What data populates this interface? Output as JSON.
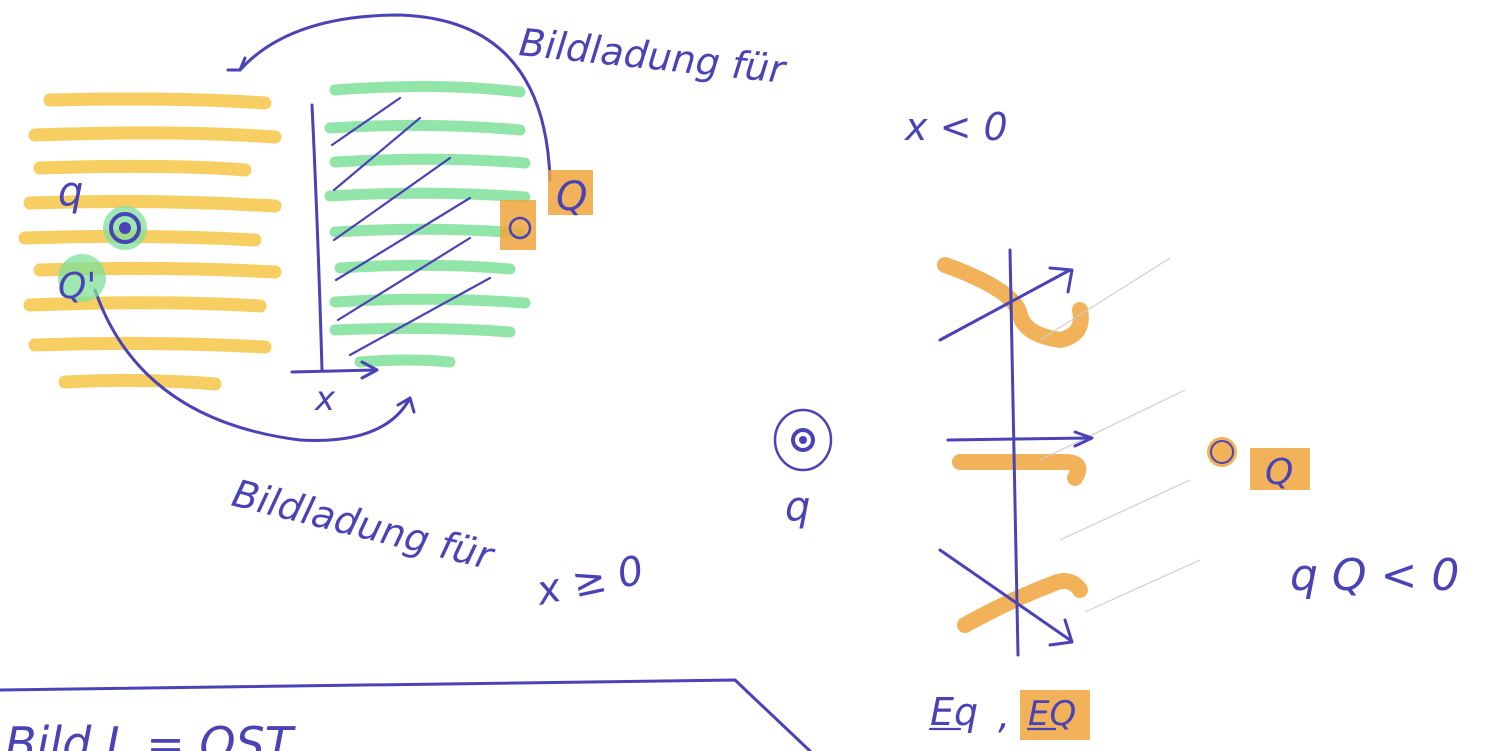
{
  "labels": {
    "top_caption": "Bildladung für",
    "top_condition": "x < 0",
    "bottom_caption": "Bildladung für",
    "bottom_condition": "x ≥ 0",
    "q": "q",
    "Q": "Q",
    "Q_prime": "Q'",
    "x_axis": "x",
    "q_right": "q",
    "Q_right": "Q",
    "sign_condition": "q Q < 0",
    "fields_Eq": "Eq",
    "fields_comma": ",",
    "fields_EQ": "EQ",
    "box_text": "Bild L = OST"
  },
  "colors": {
    "ink": "#4a43b8",
    "yellow": "#f4c545",
    "green": "#7fe09a",
    "orange": "#f0a53c"
  }
}
